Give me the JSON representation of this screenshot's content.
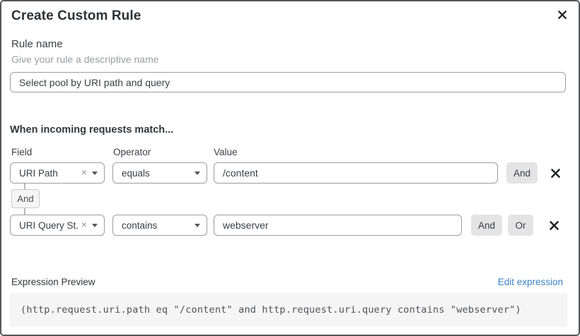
{
  "dialog": {
    "title": "Create Custom Rule"
  },
  "rule_name": {
    "label": "Rule name",
    "hint": "Give your rule a descriptive name",
    "value": "Select pool by URI path and query"
  },
  "match_section": {
    "heading": "When incoming requests match...",
    "column_labels": {
      "field": "Field",
      "operator": "Operator",
      "value": "Value"
    },
    "rows": [
      {
        "field": "URI Path",
        "operator": "equals",
        "value": "/content",
        "buttons": [
          "And"
        ]
      },
      {
        "field": "URI Query St...",
        "operator": "contains",
        "value": "webserver",
        "buttons": [
          "And",
          "Or"
        ]
      }
    ],
    "row_connector": "And"
  },
  "expression_preview": {
    "label": "Expression Preview",
    "edit_link": "Edit expression",
    "expression": "(http.request.uri.path eq \"/content\" and http.request.uri.query contains \"webserver\")"
  },
  "icons": {
    "clear": "×"
  },
  "colors": {
    "link_blue": "#3b82c4",
    "button_gray": "#e4e4e5",
    "border_gray": "#9b9da1"
  }
}
